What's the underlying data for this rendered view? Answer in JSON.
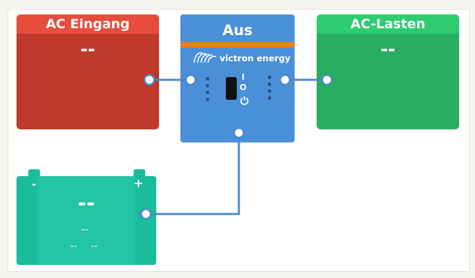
{
  "ac_input": {
    "title": "AC Eingang",
    "value": "--"
  },
  "inverter": {
    "title": "Aus",
    "brand": "victron energy",
    "switch_on": "I",
    "switch_off": "O"
  },
  "ac_loads": {
    "title": "AC-Lasten",
    "value": "--"
  },
  "battery": {
    "minus": "-",
    "plus": "+",
    "soc": "--",
    "voltage": "--",
    "current": "--",
    "power": "--"
  },
  "colors": {
    "ac_input": "#c0392b",
    "ac_input_header": "#e74c3c",
    "inverter": "#4a90d9",
    "inverter_stripe": "#e67e22",
    "ac_loads": "#27ae60",
    "ac_loads_header": "#2ecc71",
    "battery": "#1abc9c",
    "wire": "#4a86c8"
  }
}
